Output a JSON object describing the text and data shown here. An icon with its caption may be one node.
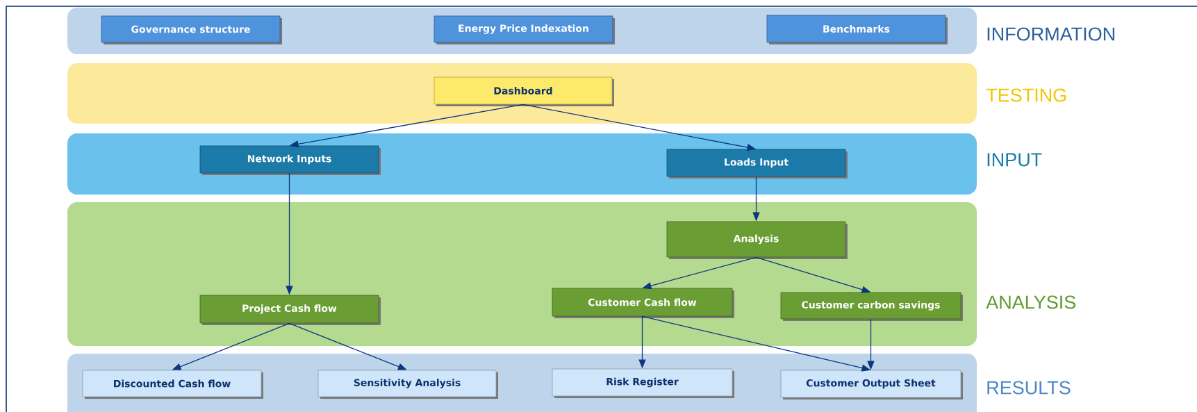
{
  "diagram": {
    "nodes": [
      {
        "text": [
          "INFORMATION"
        ]
      },
      {
        "text": [
          "Governance structure"
        ],
        "in": 0
      },
      {
        "text": [
          "Energy Price Indexation"
        ],
        "in": 0
      },
      {
        "text": [
          "Benchmarks"
        ],
        "in": 0
      },
      {
        "text": [
          "TESTING"
        ]
      },
      {
        "text": [
          "Dashboard"
        ],
        "in": 4
      },
      {
        "text": [
          "INPUT"
        ]
      },
      {
        "text": [
          "Network Inputs"
        ],
        "in": 6
      },
      {
        "text": [
          "Loads Input"
        ],
        "in": 6
      },
      {
        "text": [
          "ANALYSIS"
        ]
      },
      {
        "text": [
          "Analysis"
        ],
        "in": 9
      },
      {
        "text": [
          "Project Cash flow"
        ],
        "in": 9
      },
      {
        "text": [
          "Customer Cash flow"
        ],
        "in": 9
      },
      {
        "text": [
          "Customer carbon savings"
        ],
        "in": 9
      },
      {
        "text": [
          "RESULTS"
        ]
      },
      {
        "text": [
          "Discounted Cash flow"
        ],
        "in": 14
      },
      {
        "text": [
          "Sensitivity Analysis"
        ],
        "in": 14
      },
      {
        "text": [
          "Risk Register"
        ],
        "in": 14
      },
      {
        "text": [
          "Customer Output Sheet"
        ],
        "in": 14
      }
    ],
    "edges": [
      {
        "from": 5,
        "to": 7,
        "arrow": "to"
      },
      {
        "from": 5,
        "to": 8,
        "arrow": "to"
      },
      {
        "from": 7,
        "to": 11,
        "arrow": "to"
      },
      {
        "from": 8,
        "to": 10,
        "arrow": "to"
      },
      {
        "from": 10,
        "to": 12,
        "arrow": "to"
      },
      {
        "from": 10,
        "to": 13,
        "arrow": "to"
      },
      {
        "from": 11,
        "to": 15,
        "arrow": "to"
      },
      {
        "from": 11,
        "to": 16,
        "arrow": "to"
      },
      {
        "from": 12,
        "to": 17,
        "arrow": "to"
      },
      {
        "from": 12,
        "to": 18,
        "arrow": "to"
      },
      {
        "from": 13,
        "to": 18,
        "arrow": "to"
      }
    ]
  }
}
